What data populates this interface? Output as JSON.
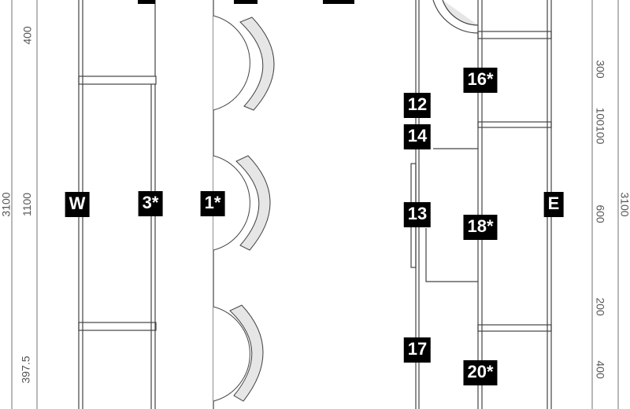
{
  "tags": {
    "west": "W",
    "t3": "3*",
    "t1": "1*",
    "t12": "12",
    "t14": "14",
    "t13": "13",
    "t16": "16*",
    "t18": "18*",
    "t17": "17",
    "t20": "20*",
    "east": "E"
  },
  "dimensions": {
    "left_total": "3100",
    "left_top": "400",
    "left_middle": "1100",
    "left_bottom": "397.5",
    "right_total": "3100",
    "right_a": "300",
    "right_b": "100100",
    "right_c": "600",
    "right_d": "200",
    "right_e": "400"
  },
  "colors": {
    "line": "#444444",
    "tag_bg": "#000000",
    "tag_text": "#ffffff",
    "chair_fill": "#e6e6e6"
  }
}
